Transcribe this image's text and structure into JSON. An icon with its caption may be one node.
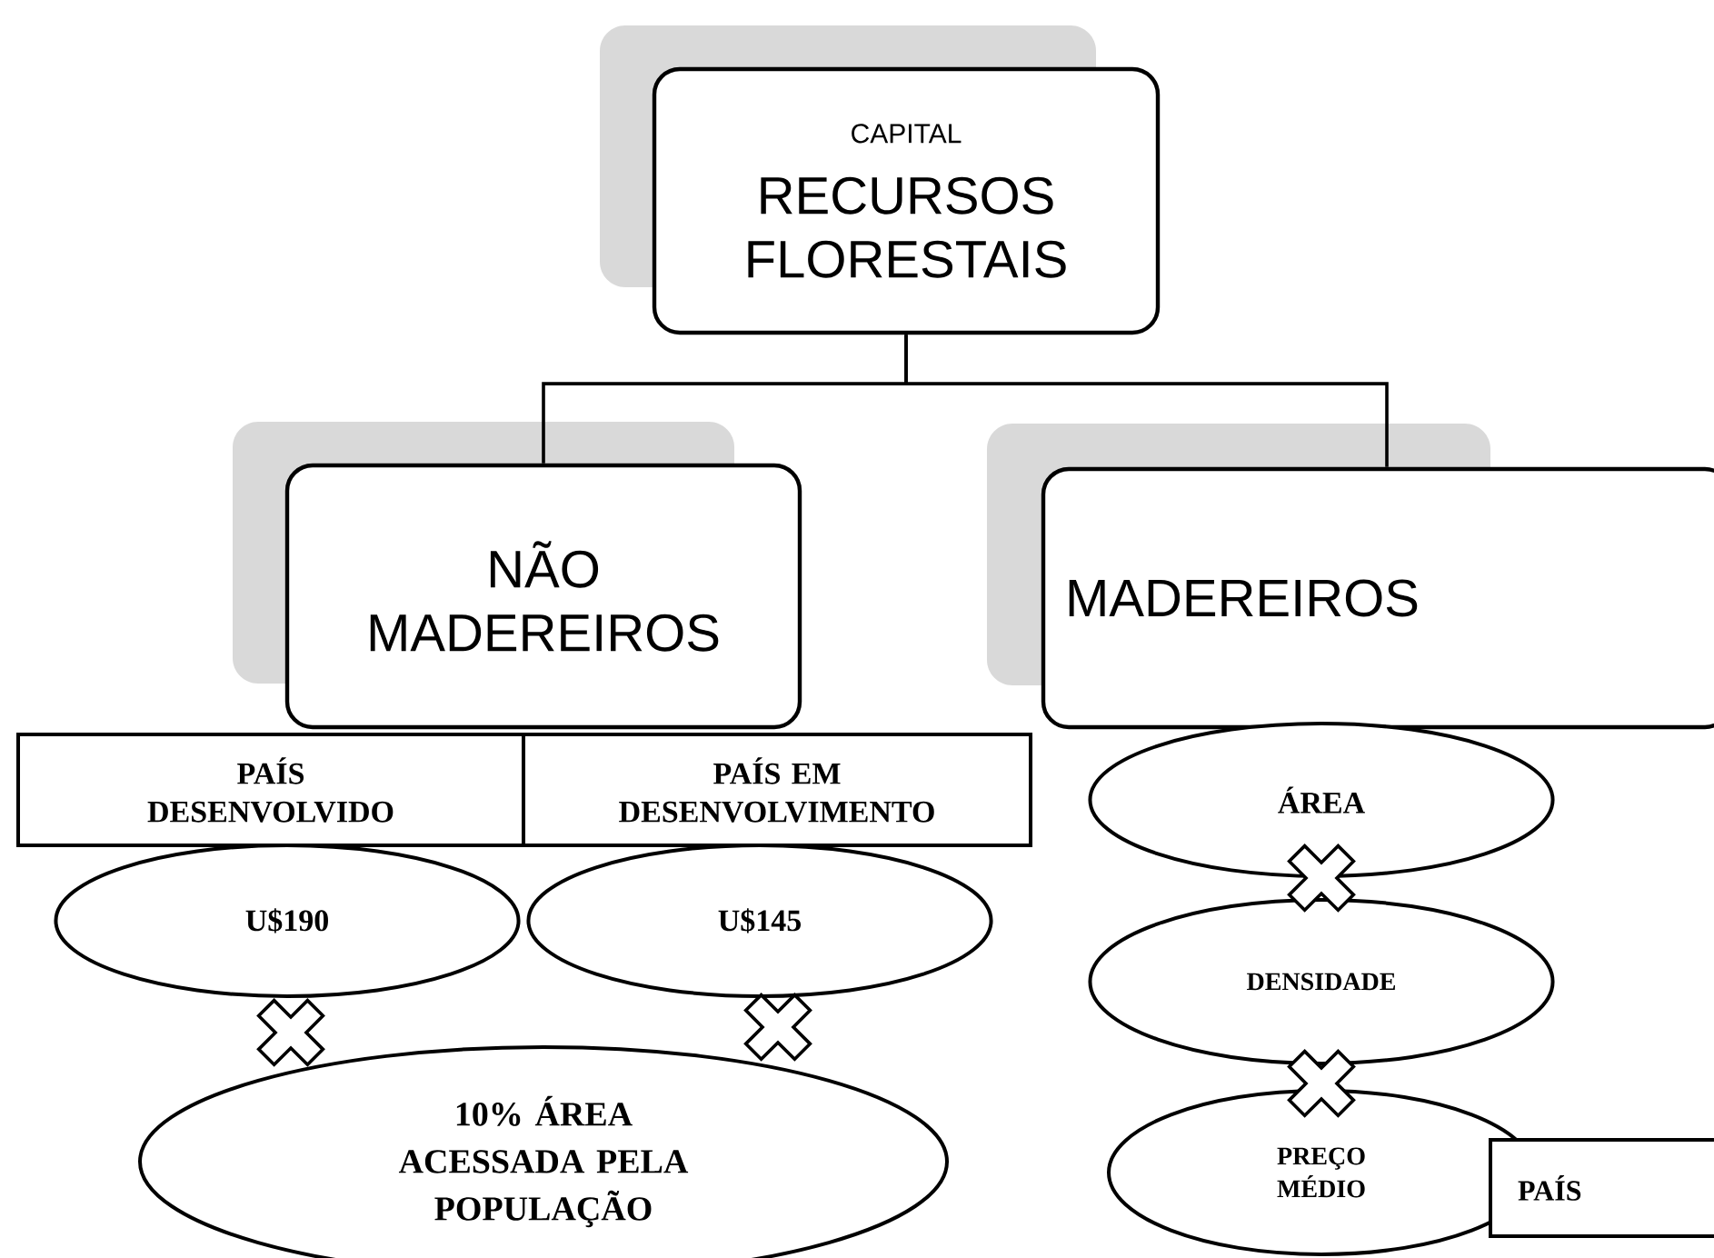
{
  "diagram": {
    "nodes": [
      {
        "text": [
          "CAPITAL",
          "RECURSOS FLORESTAIS"
        ]
      },
      {
        "text": [
          "NÃO MADEREIROS"
        ]
      },
      {
        "text": [
          "MADEREIROS"
        ]
      },
      {
        "text": [
          "PAÍS DESENVOLVIDO"
        ]
      },
      {
        "text": [
          "PAÍS EM DESENVOLVIMENTO"
        ]
      },
      {
        "text": [
          "U$190"
        ]
      },
      {
        "text": [
          "U$145"
        ]
      },
      {
        "text": [
          "10% ÁREA ACESSADA PELA POPULAÇÃO"
        ]
      },
      {
        "text": [
          "ÁREA"
        ]
      },
      {
        "text": [
          "DENSIDADE"
        ]
      },
      {
        "text": [
          "PREÇO MÉDIO"
        ]
      },
      {
        "text": [
          "PAÍS"
        ]
      }
    ],
    "edges": [
      {
        "from": 0,
        "to": 1,
        "arrow": "none"
      },
      {
        "from": 0,
        "to": 2,
        "arrow": "none"
      }
    ]
  }
}
